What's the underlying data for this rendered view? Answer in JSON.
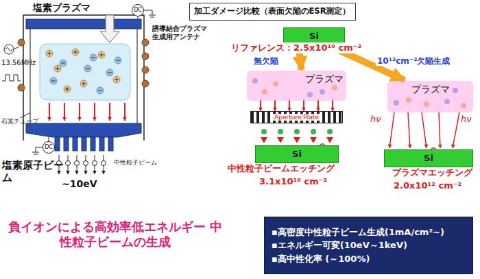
{
  "diagram": {
    "nodes": [
      {
        "text": [
          "DC"
        ]
      },
      {
        "text": [
          "DC"
        ]
      },
      {
        "text": [
          "加工ダメージ比較（表面欠陥のESR測定）"
        ]
      },
      {
        "text": [
          "Si"
        ]
      },
      {
        "text": [
          "プラズマ"
        ]
      },
      {
        "text": [
          "Aperture Plate"
        ]
      },
      {
        "text": [
          "Si"
        ]
      },
      {
        "text": [
          "プラズマ"
        ]
      },
      {
        "text": [
          "Si"
        ]
      },
      {
        "text": [
          "▪高密度中性粒子ビーム生成(1mA/cm²~)",
          "▪エネルギー可変(10eV～1keV)",
          "▪高中性化率 (～100%)"
        ]
      }
    ],
    "edges": [
      {
        "from": 3,
        "to": 4,
        "arrow": "to"
      },
      {
        "from": 3,
        "to": 7,
        "arrow": "to"
      }
    ],
    "labels": [
      "塩素プラズマ",
      "誘導結合プラズマ 生成用アンテナ",
      "13.56MHz",
      "石英チューブ",
      "塩素原子ビーム",
      "中性粒子ビーム",
      "~10eV",
      "リファレンス：2.5x10¹⁰ cm⁻²",
      "無欠陥",
      "10¹²cm⁻²欠陥生成",
      "hν",
      "hν",
      "中性粒子ビームエッチング",
      "3.1x10¹⁰ cm⁻²",
      "プラズマエッチング",
      "2.0x10¹² cm⁻²",
      "負イオンによる高効率低エネルギー 中性粒子ビームの生成"
    ]
  }
}
